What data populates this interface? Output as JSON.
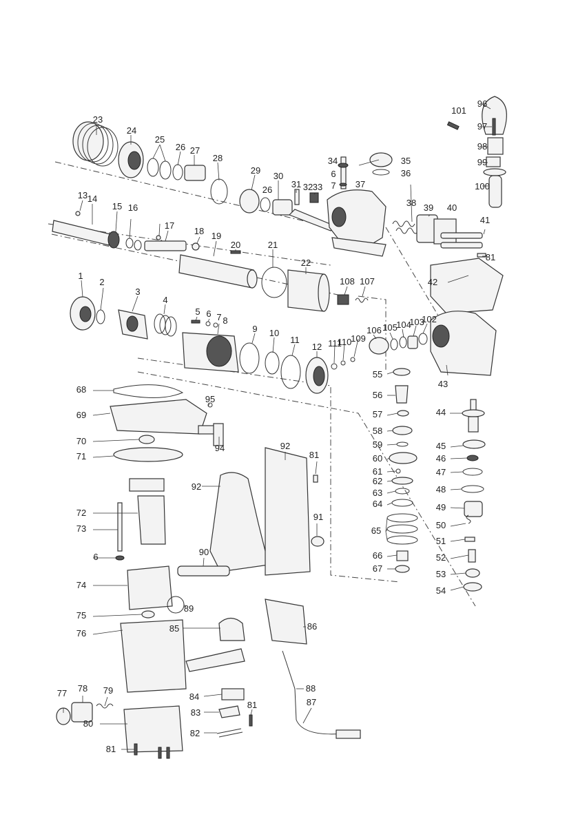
{
  "diagram": {
    "labels": [
      "1",
      "2",
      "3",
      "4",
      "5",
      "6",
      "7",
      "8",
      "9",
      "10",
      "11",
      "12",
      "13",
      "14",
      "15",
      "16",
      "17",
      "18",
      "19",
      "20",
      "21",
      "22",
      "23",
      "24",
      "25",
      "26",
      "27",
      "28",
      "29",
      "30",
      "31",
      "32",
      "33",
      "34",
      "35",
      "36",
      "37",
      "38",
      "39",
      "40",
      "41",
      "42",
      "43",
      "44",
      "45",
      "46",
      "47",
      "48",
      "49",
      "50",
      "51",
      "52",
      "53",
      "54",
      "55",
      "56",
      "57",
      "58",
      "59",
      "60",
      "61",
      "62",
      "63",
      "64",
      "65",
      "66",
      "67",
      "68",
      "69",
      "70",
      "71",
      "72",
      "73",
      "74",
      "75",
      "76",
      "77",
      "78",
      "79",
      "80",
      "81",
      "82",
      "83",
      "84",
      "85",
      "86",
      "87",
      "88",
      "89",
      "90",
      "91",
      "92",
      "94",
      "95",
      "96",
      "97",
      "98",
      "99",
      "100",
      "101",
      "102",
      "103",
      "104",
      "105",
      "106",
      "107",
      "108",
      "109",
      "110",
      "111"
    ]
  }
}
